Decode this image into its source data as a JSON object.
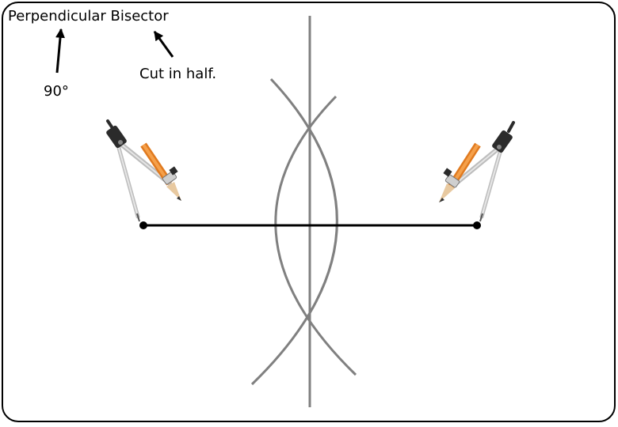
{
  "title": "Perpendicular Bisector",
  "annotations": {
    "angle": "90°",
    "halves": "Cut in half."
  },
  "colors": {
    "frame": "#000000",
    "segment": "#000000",
    "construction": "#808080",
    "compass_body": "#cfcfcf",
    "compass_head": "#2b2b2b",
    "pencil_body": "#f28c28",
    "pencil_tip": "#e8c9a0"
  },
  "icons": [
    "left-compass-icon",
    "right-compass-icon"
  ]
}
